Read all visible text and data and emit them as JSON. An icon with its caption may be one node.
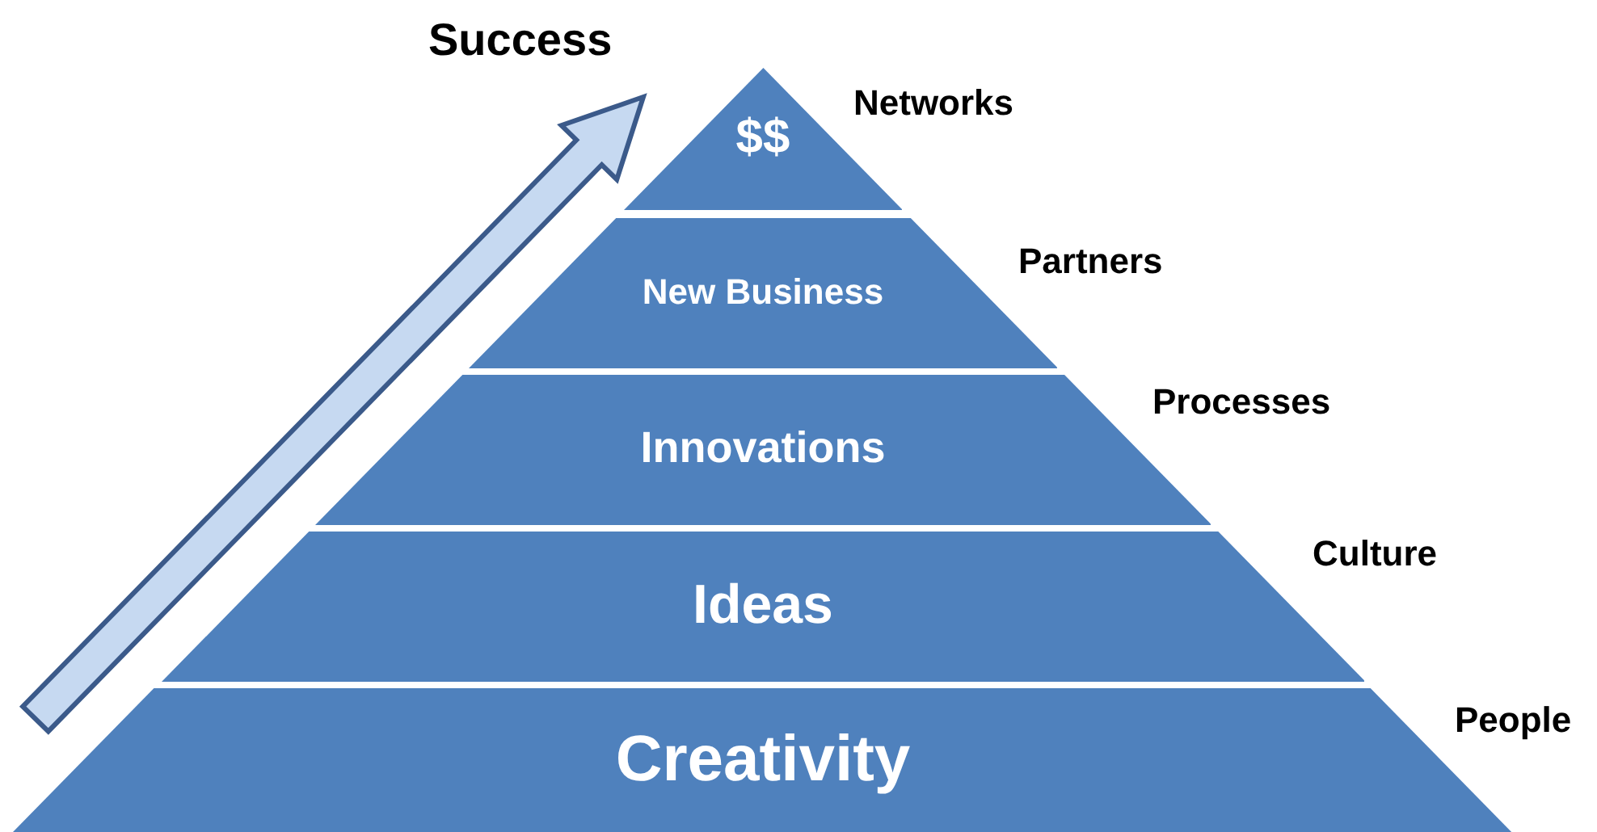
{
  "diagram": {
    "nodes": [
      {
        "text": [
          "$$"
        ],
        "beside": [
          "Networks"
        ]
      },
      {
        "text": [
          "New Business"
        ],
        "beside": [
          "Partners"
        ]
      },
      {
        "text": [
          "Innovations"
        ],
        "beside": [
          "Processes"
        ]
      },
      {
        "text": [
          "Ideas"
        ],
        "beside": [
          "Culture"
        ]
      },
      {
        "text": [
          "Creativity"
        ],
        "beside": [
          "People"
        ]
      }
    ],
    "edges": [],
    "labels": [
      "Success"
    ]
  }
}
